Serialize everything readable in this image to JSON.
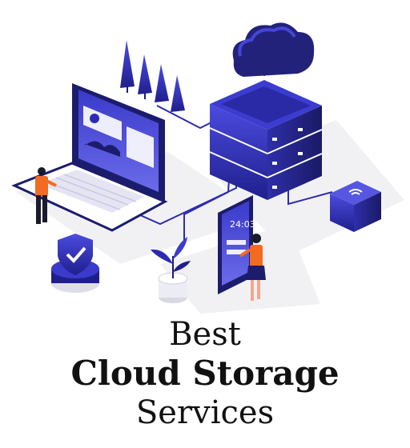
{
  "heading": {
    "line1": "Best",
    "line2": "Cloud Storage",
    "line3": "Services"
  },
  "phone": {
    "time": "24:03"
  },
  "illustration": {
    "elements": [
      "cloud-icon",
      "server-rack",
      "laptop",
      "smartphone",
      "shield-icon",
      "plant",
      "wifi-box",
      "person-standing",
      "person-with-phone",
      "tree-icons"
    ]
  },
  "colors": {
    "primary": "#2b2bb3",
    "primary_dark": "#1c1c6e",
    "accent_light": "#6a6ae8",
    "orange": "#f26b22",
    "shadow": "#f1f1f4"
  }
}
